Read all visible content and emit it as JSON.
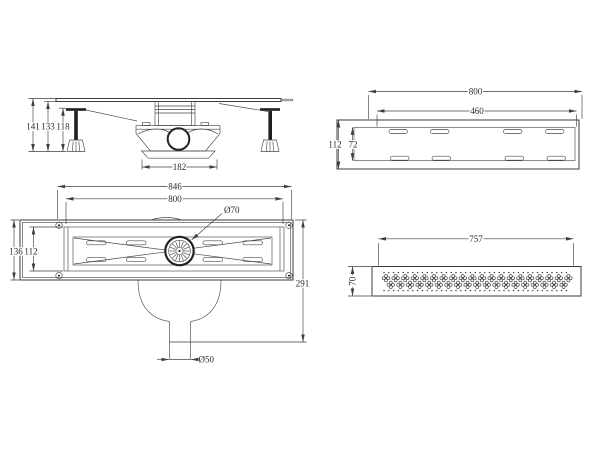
{
  "canvas": {
    "background": "#ffffff",
    "line_color": "#3b3b3b"
  },
  "views": {
    "side_elevation": {
      "dim_total_height": "141",
      "dim_mid_height": "133",
      "dim_leg_height": "118",
      "dim_trap_width": "182"
    },
    "long_side_view": {
      "dim_length_outer": "800",
      "dim_length_inner": "460",
      "dim_height_outer": "112",
      "dim_height_inner": "72"
    },
    "plan_view": {
      "dim_length_outer": "846",
      "dim_length_inner": "800",
      "dim_strainer_diameter": "Ø70",
      "dim_width_outer": "136",
      "dim_width_inner": "112",
      "dim_total_depth": "291",
      "dim_outlet_diameter": "Ø50"
    },
    "grate_view": {
      "dim_length": "757",
      "dim_width": "70"
    }
  }
}
